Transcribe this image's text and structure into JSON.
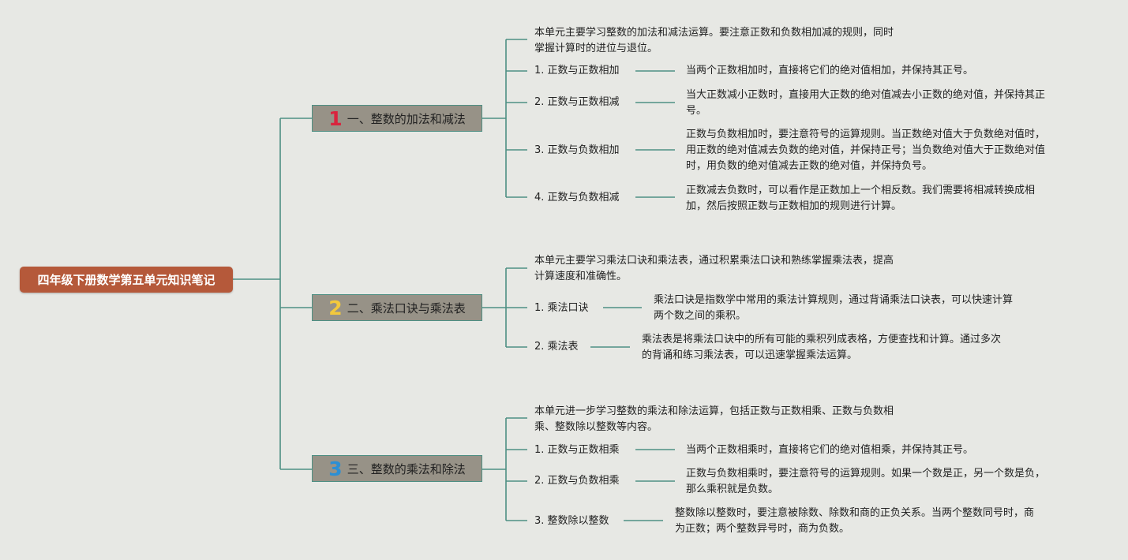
{
  "root": {
    "title": "四年级下册数学第五单元知识笔记"
  },
  "sections": [
    {
      "number": "1",
      "number_color": "#d9243e",
      "title": "一、整数的加法和减法",
      "intro": [
        "本单元主要学习整数的加法和减法运算。要注意正数和负数相加减的规则，同时",
        "掌握计算时的进位与退位。"
      ],
      "items": [
        {
          "label": "1. 正数与正数相加",
          "desc": [
            "当两个正数相加时，直接将它们的绝对值相加，并保持其正号。"
          ]
        },
        {
          "label": "2. 正数与正数相减",
          "desc": [
            "当大正数减小正数时，直接用大正数的绝对值减去小正数的绝对值，并保持其正",
            "号。"
          ]
        },
        {
          "label": "3. 正数与负数相加",
          "desc": [
            "正数与负数相加时，要注意符号的运算规则。当正数绝对值大于负数绝对值时，",
            "用正数的绝对值减去负数的绝对值，并保持正号；当负数绝对值大于正数绝对值",
            "时，用负数的绝对值减去正数的绝对值，并保持负号。"
          ]
        },
        {
          "label": "4. 正数与负数相减",
          "desc": [
            "正数减去负数时，可以看作是正数加上一个相反数。我们需要将相减转换成相",
            "加，然后按照正数与正数相加的规则进行计算。"
          ]
        }
      ]
    },
    {
      "number": "2",
      "number_color": "#f3c93c",
      "title": "二、乘法口诀与乘法表",
      "intro": [
        "本单元主要学习乘法口诀和乘法表，通过积累乘法口诀和熟练掌握乘法表，提高",
        "计算速度和准确性。"
      ],
      "items": [
        {
          "label": "1. 乘法口诀",
          "desc": [
            "乘法口诀是指数学中常用的乘法计算规则，通过背诵乘法口诀表，可以快速计算",
            "两个数之间的乘积。"
          ]
        },
        {
          "label": "2. 乘法表",
          "desc": [
            "乘法表是将乘法口诀中的所有可能的乘积列成表格，方便查找和计算。通过多次",
            "的背诵和练习乘法表，可以迅速掌握乘法运算。"
          ]
        }
      ]
    },
    {
      "number": "3",
      "number_color": "#2c8fd4",
      "title": "三、整数的乘法和除法",
      "intro": [
        "本单元进一步学习整数的乘法和除法运算，包括正数与正数相乘、正数与负数相",
        "乘、整数除以整数等内容。"
      ],
      "items": [
        {
          "label": "1. 正数与正数相乘",
          "desc": [
            "当两个正数相乘时，直接将它们的绝对值相乘，并保持其正号。"
          ]
        },
        {
          "label": "2. 正数与负数相乘",
          "desc": [
            "正数与负数相乘时，要注意符号的运算规则。如果一个数是正，另一个数是负，",
            "那么乘积就是负数。"
          ]
        },
        {
          "label": "3. 整数除以整数",
          "desc": [
            "整数除以整数时，要注意被除数、除数和商的正负关系。当两个整数同号时，商",
            "为正数；两个整数异号时，商为负数。"
          ]
        }
      ]
    }
  ]
}
